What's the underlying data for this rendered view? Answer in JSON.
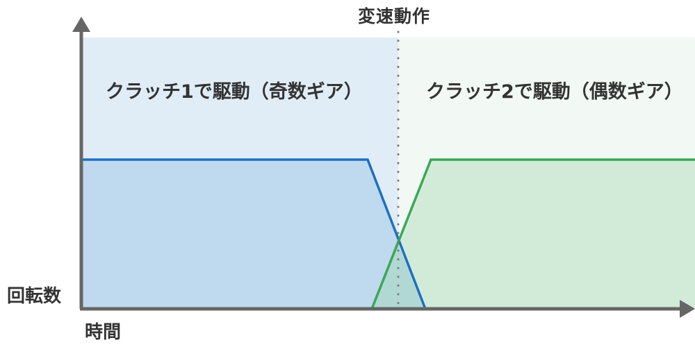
{
  "diagram": {
    "title": "変速動作",
    "regions": [
      {
        "id": "clutch1",
        "label": "クラッチ1で駆動（奇数ギア）",
        "background": "#e0edf7",
        "fill": "#bfd9ef",
        "line_color": "#1e6fc0"
      },
      {
        "id": "clutch2",
        "label": "クラッチ2で駆動（偶数ギア）",
        "background": "#f2f9f5",
        "fill": "#d2ebd9",
        "line_color": "#3aa856"
      }
    ],
    "axes": {
      "y_label": "回転数",
      "x_label": "時間",
      "color": "#666666"
    },
    "shift_marker": {
      "label": "変速動作",
      "style": "dotted",
      "color": "#777777"
    }
  },
  "chart_data": {
    "type": "line",
    "title": "変速動作",
    "xlabel": "時間",
    "ylabel": "回転数",
    "grid": false,
    "x_range": [
      0,
      100
    ],
    "y_range": [
      0,
      100
    ],
    "series": [
      {
        "name": "クラッチ1で駆動（奇数ギア）",
        "points": [
          [
            0,
            100
          ],
          [
            47,
            100
          ],
          [
            56.5,
            0
          ]
        ]
      },
      {
        "name": "クラッチ2で駆動（偶数ギア）",
        "points": [
          [
            47.7,
            0
          ],
          [
            57.4,
            100
          ],
          [
            100,
            100
          ]
        ]
      }
    ],
    "annotations": [
      {
        "text": "変速動作",
        "x": 52,
        "type": "vertical-dotted-line"
      },
      {
        "text": "クラッチ1で駆動（奇数ギア）",
        "region": "left"
      },
      {
        "text": "クラッチ2で駆動（偶数ギア）",
        "region": "right"
      }
    ]
  }
}
